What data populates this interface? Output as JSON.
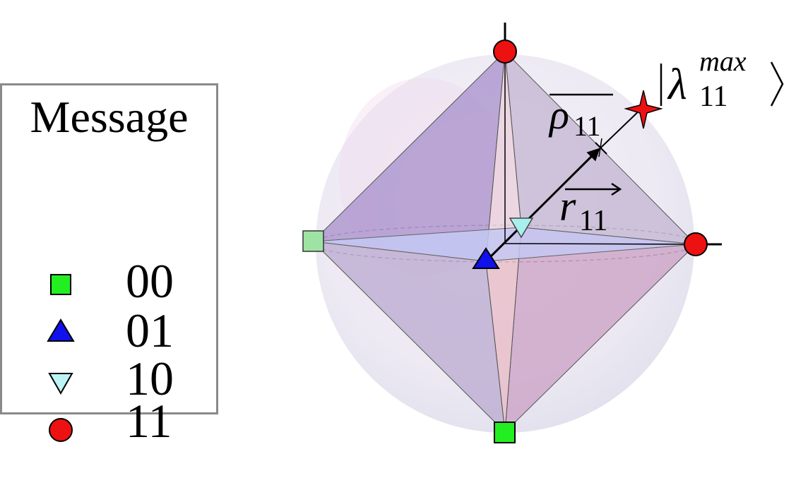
{
  "legend": {
    "title": "Message",
    "items": [
      {
        "label": "00",
        "marker": "square",
        "color": "#22ee22"
      },
      {
        "label": "01",
        "marker": "triangle-up",
        "color": "#1111ee"
      },
      {
        "label": "10",
        "marker": "triangle-down",
        "color": "#bff4f4"
      },
      {
        "label": "11",
        "marker": "circle",
        "color": "#ee1111"
      }
    ]
  },
  "annotations": {
    "ket_symbol": "λ",
    "ket_superscript": "max",
    "ket_subscript": "11",
    "rho_symbol": "ρ",
    "rho_subscript": "11",
    "r_symbol": "r",
    "r_subscript": "11"
  },
  "colors": {
    "sphere": "#e6e2f0",
    "octahedron_face_dark": "#a78fcb",
    "octahedron_face_light": "#c9bdd6",
    "octahedron_face_pink": "#e7b8c4",
    "equator_face": "#c4c8f3",
    "state_star": "#ee1111"
  }
}
